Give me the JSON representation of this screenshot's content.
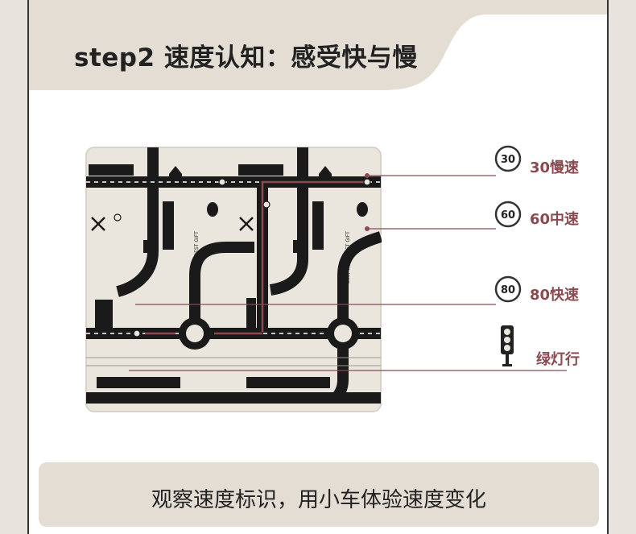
{
  "header": {
    "title": "step2 速度认知：感受快与慢"
  },
  "legend": [
    {
      "sign": "30",
      "label": "30慢速"
    },
    {
      "sign": "60",
      "label": "60中速"
    },
    {
      "sign": "80",
      "label": "80快速"
    },
    {
      "sign": "",
      "label": "绿灯行"
    }
  ],
  "map_text": {
    "slogan": "BEE, YOUR BEST GIFT"
  },
  "footer": {
    "caption": "观察速度标识，用小车体验速度变化"
  },
  "colors": {
    "accent": "#8a4a4f",
    "road": "#1a1a1a",
    "mat": "#eae6de",
    "band": "#e3ddd3"
  }
}
